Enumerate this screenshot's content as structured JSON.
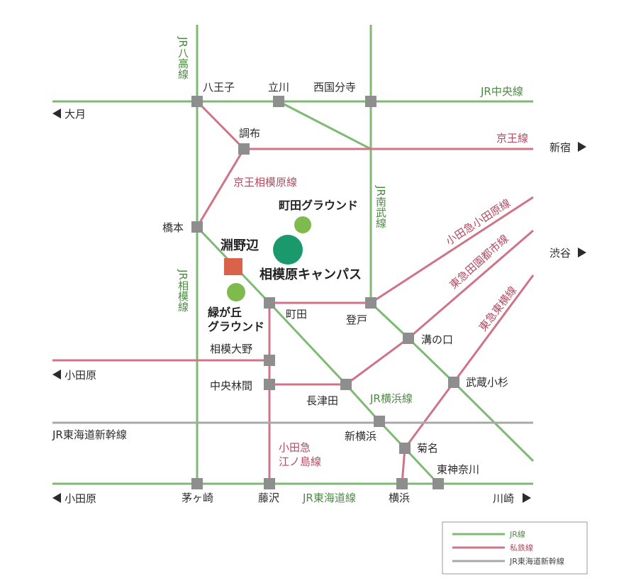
{
  "lines": {
    "jr_hachiko": "JR八高線",
    "jr_chuo": "JR中央線",
    "keio": "京王線",
    "keio_sagamihara": "京王相模原線",
    "jr_nambu": "JR南武線",
    "odakyu_odawara": "小田急小田原線",
    "tokyu_denentoshi": "東急田園都市線",
    "tokyu_toyoko": "東急東横線",
    "jr_sagami": "JR相模線",
    "jr_yokohama": "JR横浜線",
    "odakyu_enoshima": "小田急江ノ島線",
    "jr_tokaido": "JR東海道線",
    "tokaido_shinkansen": "JR東海道新幹線"
  },
  "stations": {
    "hachioji": "八王子",
    "tachikawa": "立川",
    "nishikokubunji": "西国分寺",
    "chofu": "調布",
    "hashimoto": "橋本",
    "machida": "町田",
    "noborito": "登戸",
    "mizonokuchi": "溝の口",
    "sagami_ono": "相模大野",
    "chuo_rinkan": "中央林間",
    "nagatsuta": "長津田",
    "musashikosugi": "武蔵小杉",
    "shin_yokohama": "新横浜",
    "kikuna": "菊名",
    "higashikanagawa": "東神奈川",
    "chigasaki": "茅ヶ崎",
    "fujisawa": "藤沢",
    "yokohama": "横浜"
  },
  "directions": {
    "otsuki": "大月",
    "shinjuku": "新宿",
    "shibuya": "渋谷",
    "odawara_upper": "小田原",
    "odawara_lower": "小田原",
    "kawasaki": "川崎"
  },
  "places": {
    "fuchinobe": "淵野辺",
    "sagamihara_campus": "相模原キャンパス",
    "machida_ground": "町田グラウンド",
    "midorigaoka_ground_1": "緑が丘",
    "midorigaoka_ground_2": "グラウンド"
  },
  "legend": {
    "jr": "JR線",
    "private": "私鉄線",
    "shinkansen": "JR東海道新幹線"
  },
  "colors": {
    "jr": "#7fba75",
    "private": "#cf7488",
    "shinkansen": "#a8a8a8",
    "campus": "#1a9a6c",
    "ground": "#7fba4f",
    "fuchinobe": "#d9624a"
  }
}
